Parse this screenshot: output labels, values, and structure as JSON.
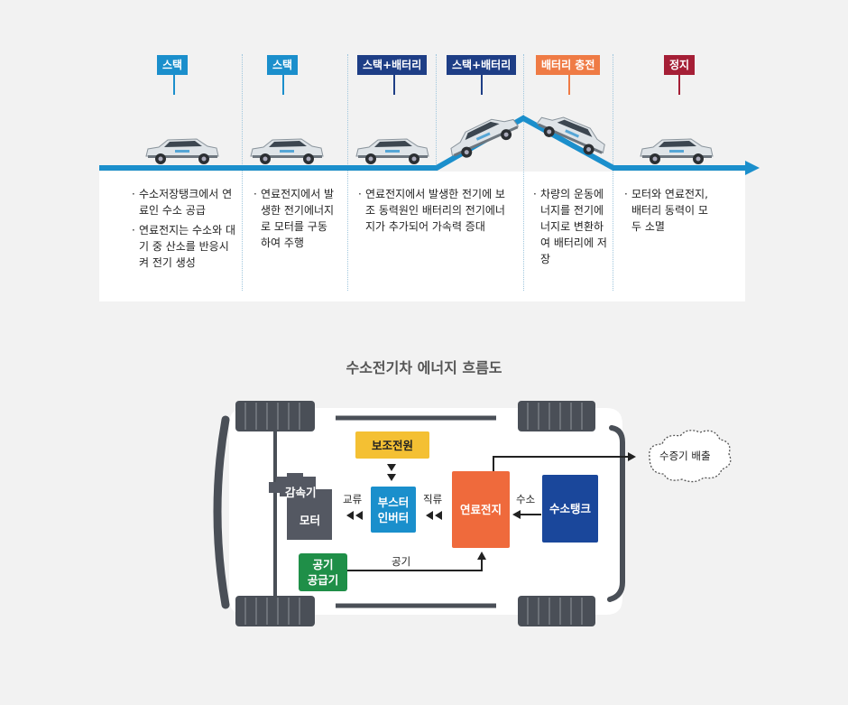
{
  "colors": {
    "timeline_blue": "#1b8fcc",
    "stack_blue": "#1b8fcc",
    "navy": "#1e3e86",
    "battery_orange": "#ef7b45",
    "stop_red": "#a51f36",
    "fuel_cell_orange": "#ef6a3c",
    "tank_navy": "#1a479b",
    "inverter_blue": "#1a8fcc",
    "aux_yellow": "#f4c033",
    "motor_gray": "#545862",
    "air_green": "#1f8f48"
  },
  "stages": [
    {
      "tag": "스택",
      "color": "#1b8fcc",
      "items": [
        "수소저장탱크에서 연료인 수소 공급",
        "연료전지는 수소와 대기 중 산소를 반응시켜 전기 생성"
      ]
    },
    {
      "tag": "스택",
      "color": "#1b8fcc",
      "items": [
        "연료전지에서 발생한 전기에너지로 모터를 구동하여 주행"
      ]
    },
    {
      "tag": "스택+배터리",
      "color": "#1e3e86",
      "items": [
        "연료전지에서 발생한 전기에 보조  동력원인 배터리의 전기에너지가 추가되어 가속력 증대"
      ]
    },
    {
      "tag": "스택+배터리",
      "color": "#1e3e86",
      "items": []
    },
    {
      "tag": "배터리 충전",
      "color": "#ef7b45",
      "items": [
        "차량의 운동에너지를 전기에너지로 변환하여 배터리에 저장"
      ]
    },
    {
      "tag": "정지",
      "color": "#a51f36",
      "items": [
        "모터와 연료전지, 배터리 동력이 모두 소멸"
      ]
    }
  ],
  "diagram": {
    "title": "수소전기차 에너지 흐름도",
    "aux_power": "보조전원",
    "reducer": "감속기",
    "motor": "모터",
    "inverter": "부스터 인버터",
    "fuel_cell": "연료전지",
    "tank": "수소탱크",
    "air_supply": "공기 공급기",
    "label_ac": "교류",
    "label_dc": "직류",
    "label_h2": "수소",
    "label_air": "공기",
    "exhaust": "수증기 배출"
  }
}
